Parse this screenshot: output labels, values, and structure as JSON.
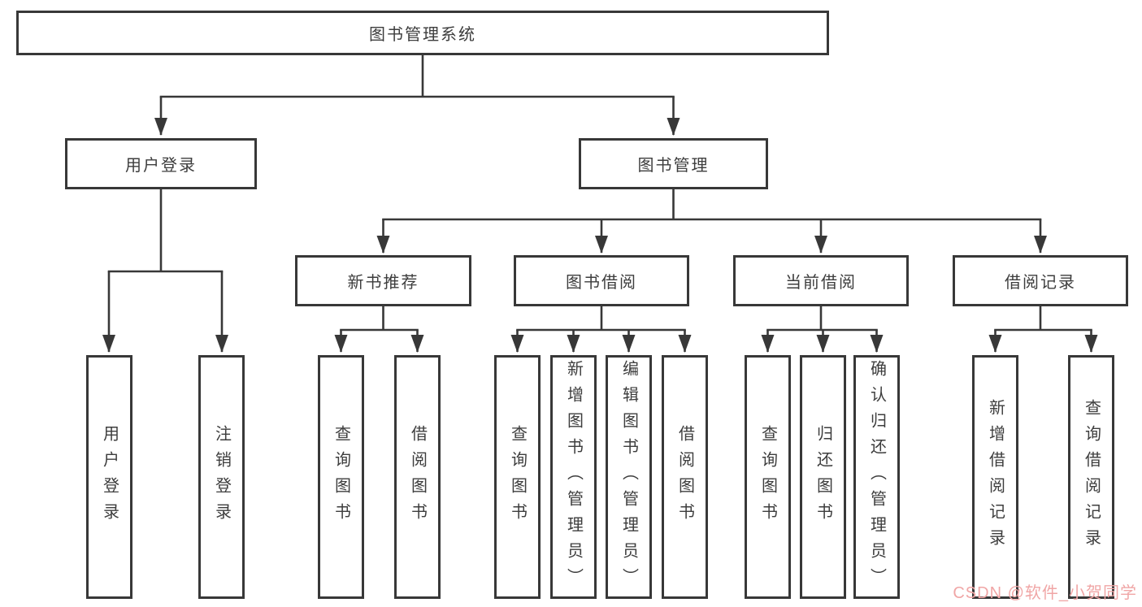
{
  "diagram": {
    "root": {
      "label": "图书管理系统"
    },
    "level2": [
      {
        "label": "用户登录"
      },
      {
        "label": "图书管理"
      }
    ],
    "level3": [
      {
        "label": "新书推荐"
      },
      {
        "label": "图书借阅"
      },
      {
        "label": "当前借阅"
      },
      {
        "label": "借阅记录"
      }
    ],
    "leaves": {
      "userLogin": [
        {
          "label": "用户登录"
        },
        {
          "label": "注销登录"
        }
      ],
      "newBook": [
        {
          "label": "查询图书"
        },
        {
          "label": "借阅图书"
        }
      ],
      "bookBorrow": [
        {
          "label": "查询图书"
        },
        {
          "label": "新增图书（管理员）"
        },
        {
          "label": "编辑图书（管理员）"
        },
        {
          "label": "借阅图书"
        }
      ],
      "currentBorrow": [
        {
          "label": "查询图书"
        },
        {
          "label": "归还图书"
        },
        {
          "label": "确认归还（管理员）"
        }
      ],
      "borrowRecord": [
        {
          "label": "新增借阅记录"
        },
        {
          "label": "查询借阅记录"
        }
      ]
    },
    "watermark": "CSDN @软件_小贺同学",
    "colors": {
      "line": "#383838",
      "text": "#3d3d3d",
      "watermark": "#f0a6a6",
      "background": "#ffffff"
    }
  }
}
